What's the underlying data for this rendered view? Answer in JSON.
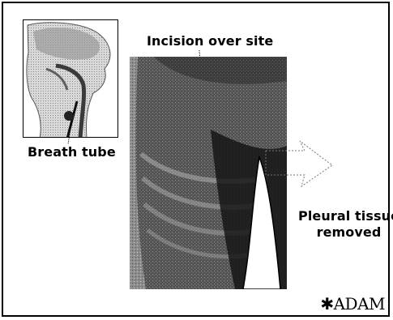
{
  "labels": {
    "incision": "Incision over site",
    "breath_tube": "Breath tube",
    "pleural_line1": "Pleural tissue",
    "pleural_line2": "removed"
  },
  "logo": {
    "text": "ADAM",
    "mark": "asterisk-icon"
  },
  "colors": {
    "frame": "#000000",
    "dark_tissue": "#1a1a1a",
    "mid_tissue": "#6b6b6b",
    "light_tissue": "#b5b5b5"
  }
}
